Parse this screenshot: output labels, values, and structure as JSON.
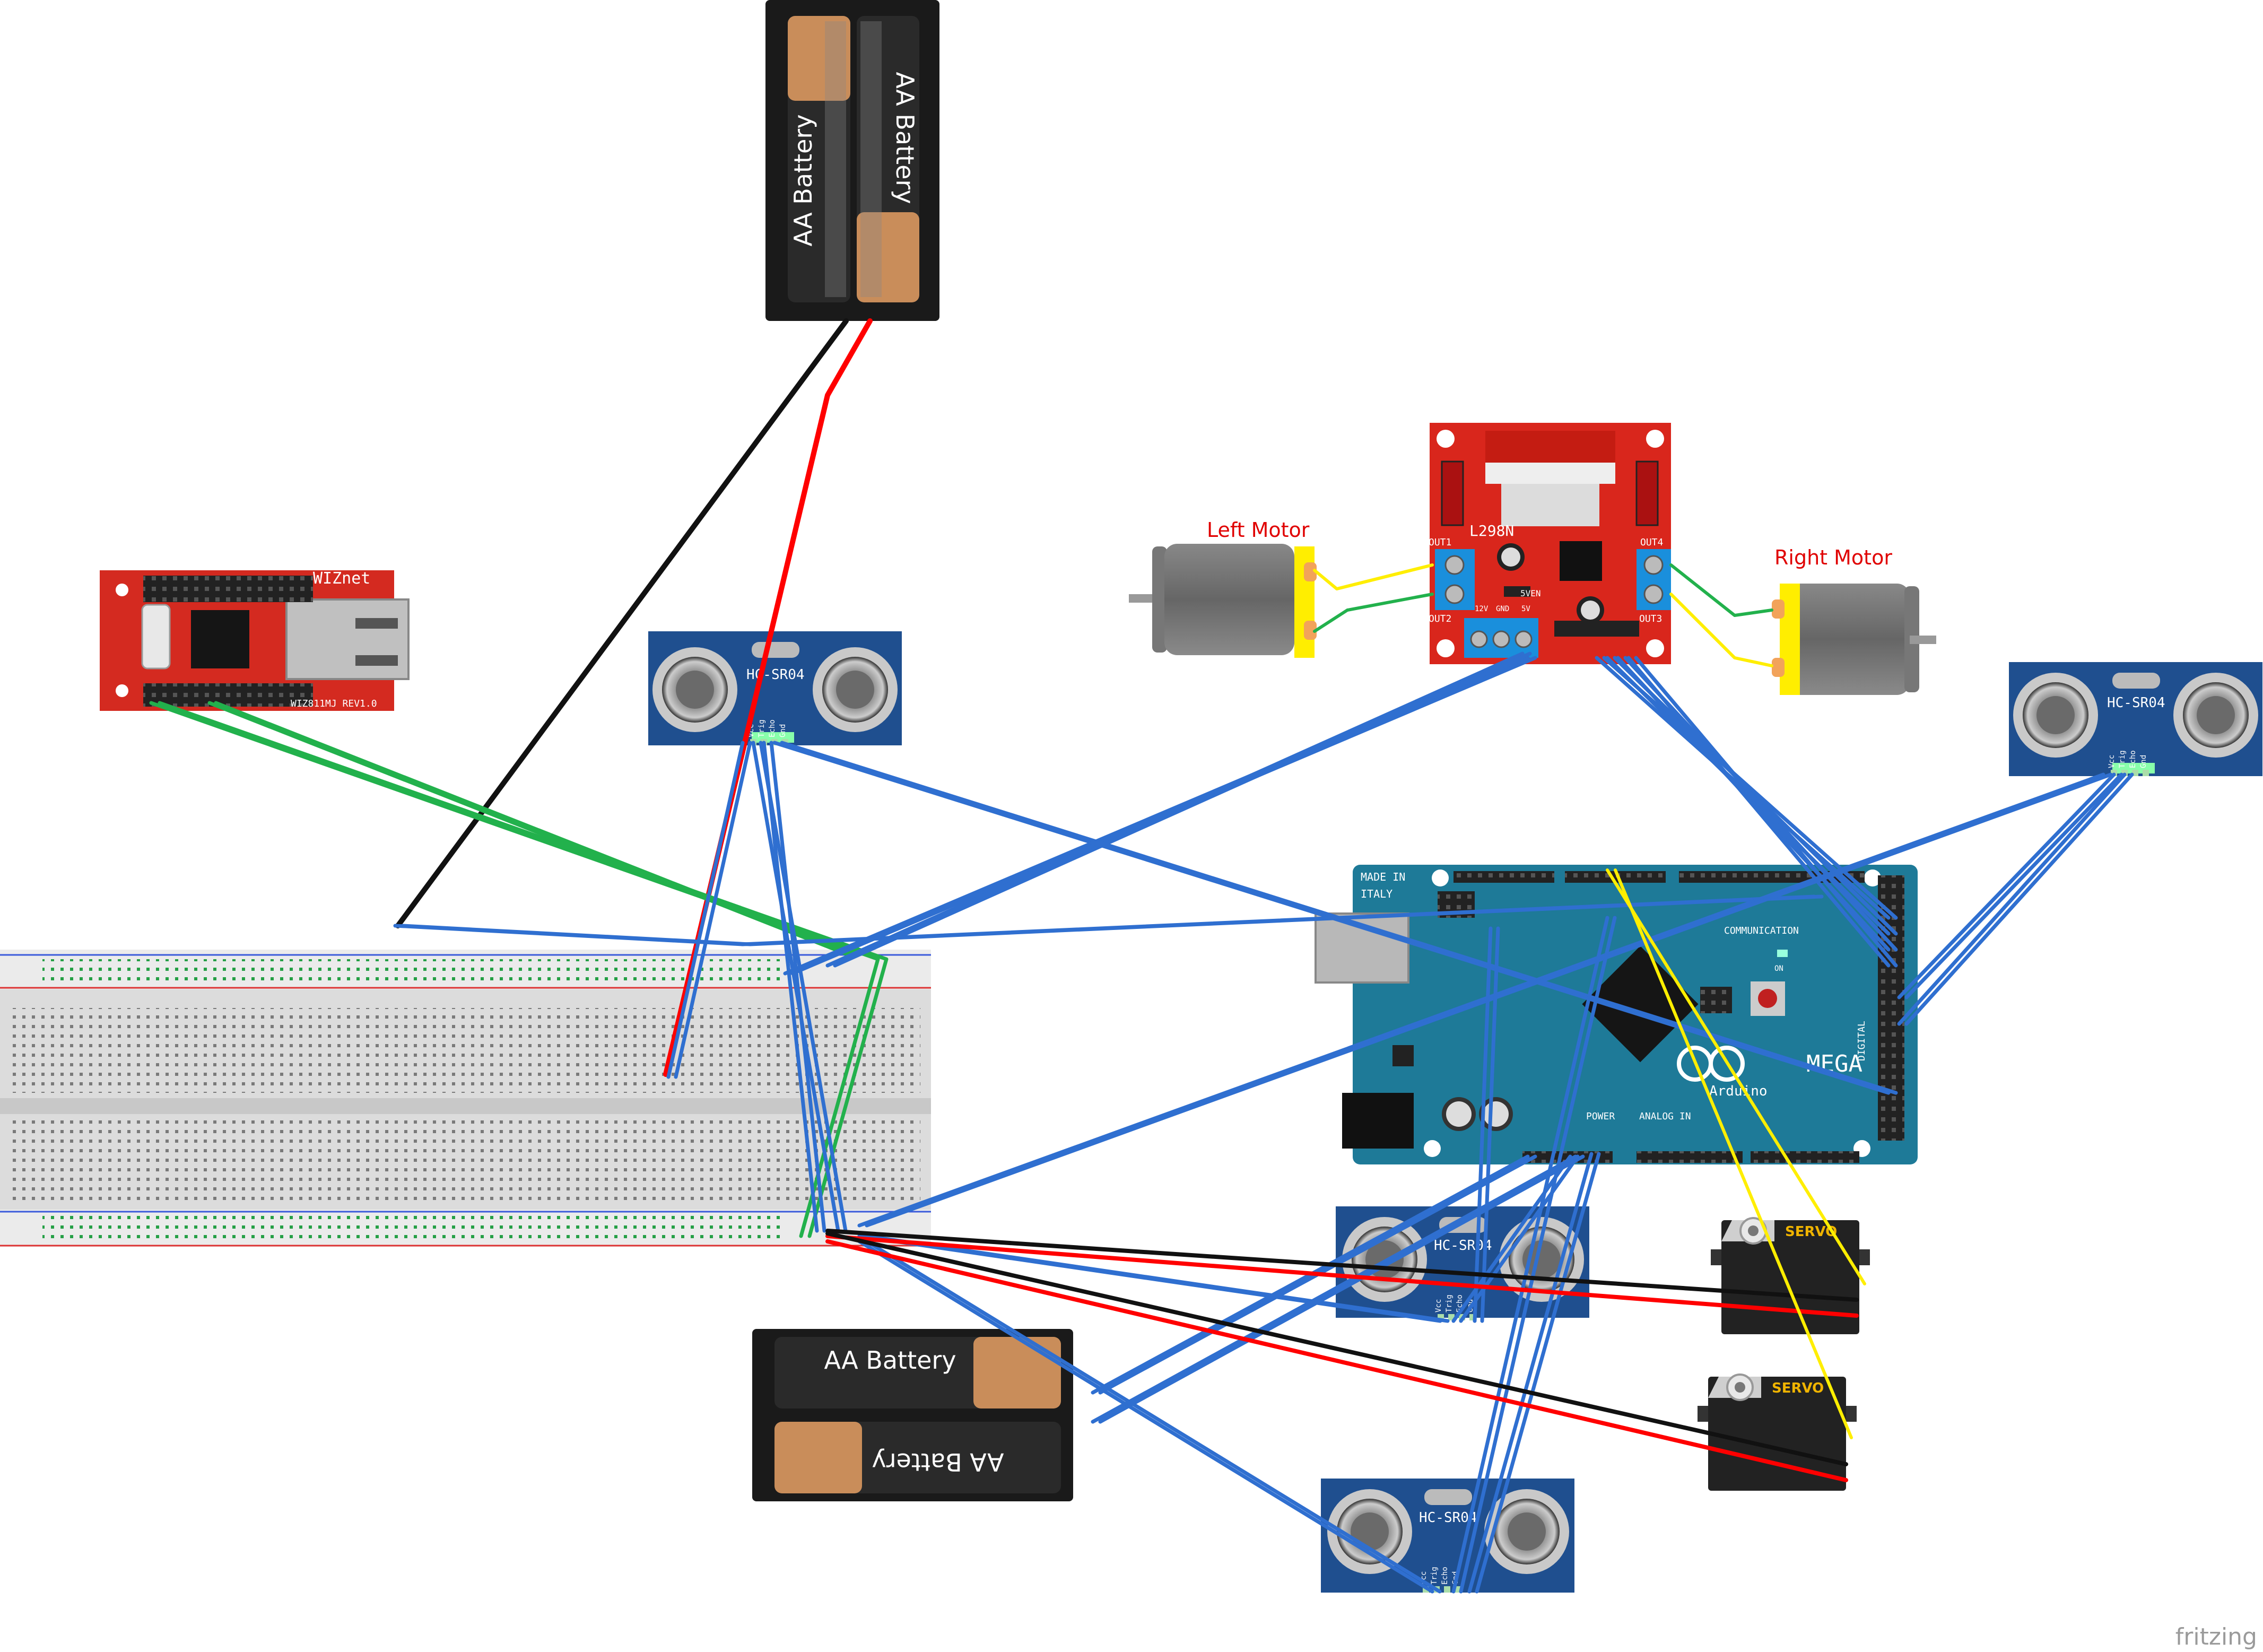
{
  "labels": {
    "left_motor": "Left Motor",
    "right_motor": "Right Motor",
    "driver_chip": "L298N",
    "driver_out1": "OUT1",
    "driver_out2": "OUT2",
    "driver_out3": "OUT3",
    "driver_out4": "OUT4",
    "driver_5ven": "5VEN",
    "driver_12v": "12V",
    "driver_gnd": "GND",
    "driver_5v": "5V",
    "ultrasonic": "HC-SR04",
    "battery": "AA Battery",
    "wiz_brand": "WIZnet",
    "wiz_model": "WIZ811MJ REV1.0",
    "servo": "SERVO",
    "mega_made_in": "MADE IN",
    "mega_italy": "ITALY",
    "mega_name": "MEGA",
    "mega_brand": "Arduino",
    "mega_power": "POWER",
    "mega_analog": "ANALOG IN",
    "mega_comm": "COMMUNICATION",
    "mega_digital": "DIGITAL",
    "mega_on": "ON",
    "watermark": "fritzing"
  },
  "sensor_pins": [
    "Vcc",
    "Trig",
    "Echo",
    "Gnd"
  ],
  "colors": {
    "wire_blue": "#2f6fd0",
    "wire_green": "#22b14c",
    "wire_red": "#ff0000",
    "wire_black": "#111111",
    "wire_yellow": "#ffee00",
    "arduino": "#1e7a98",
    "driver": "#d9261c",
    "sensor": "#1f4f8f",
    "wiznet": "#d42a20"
  }
}
